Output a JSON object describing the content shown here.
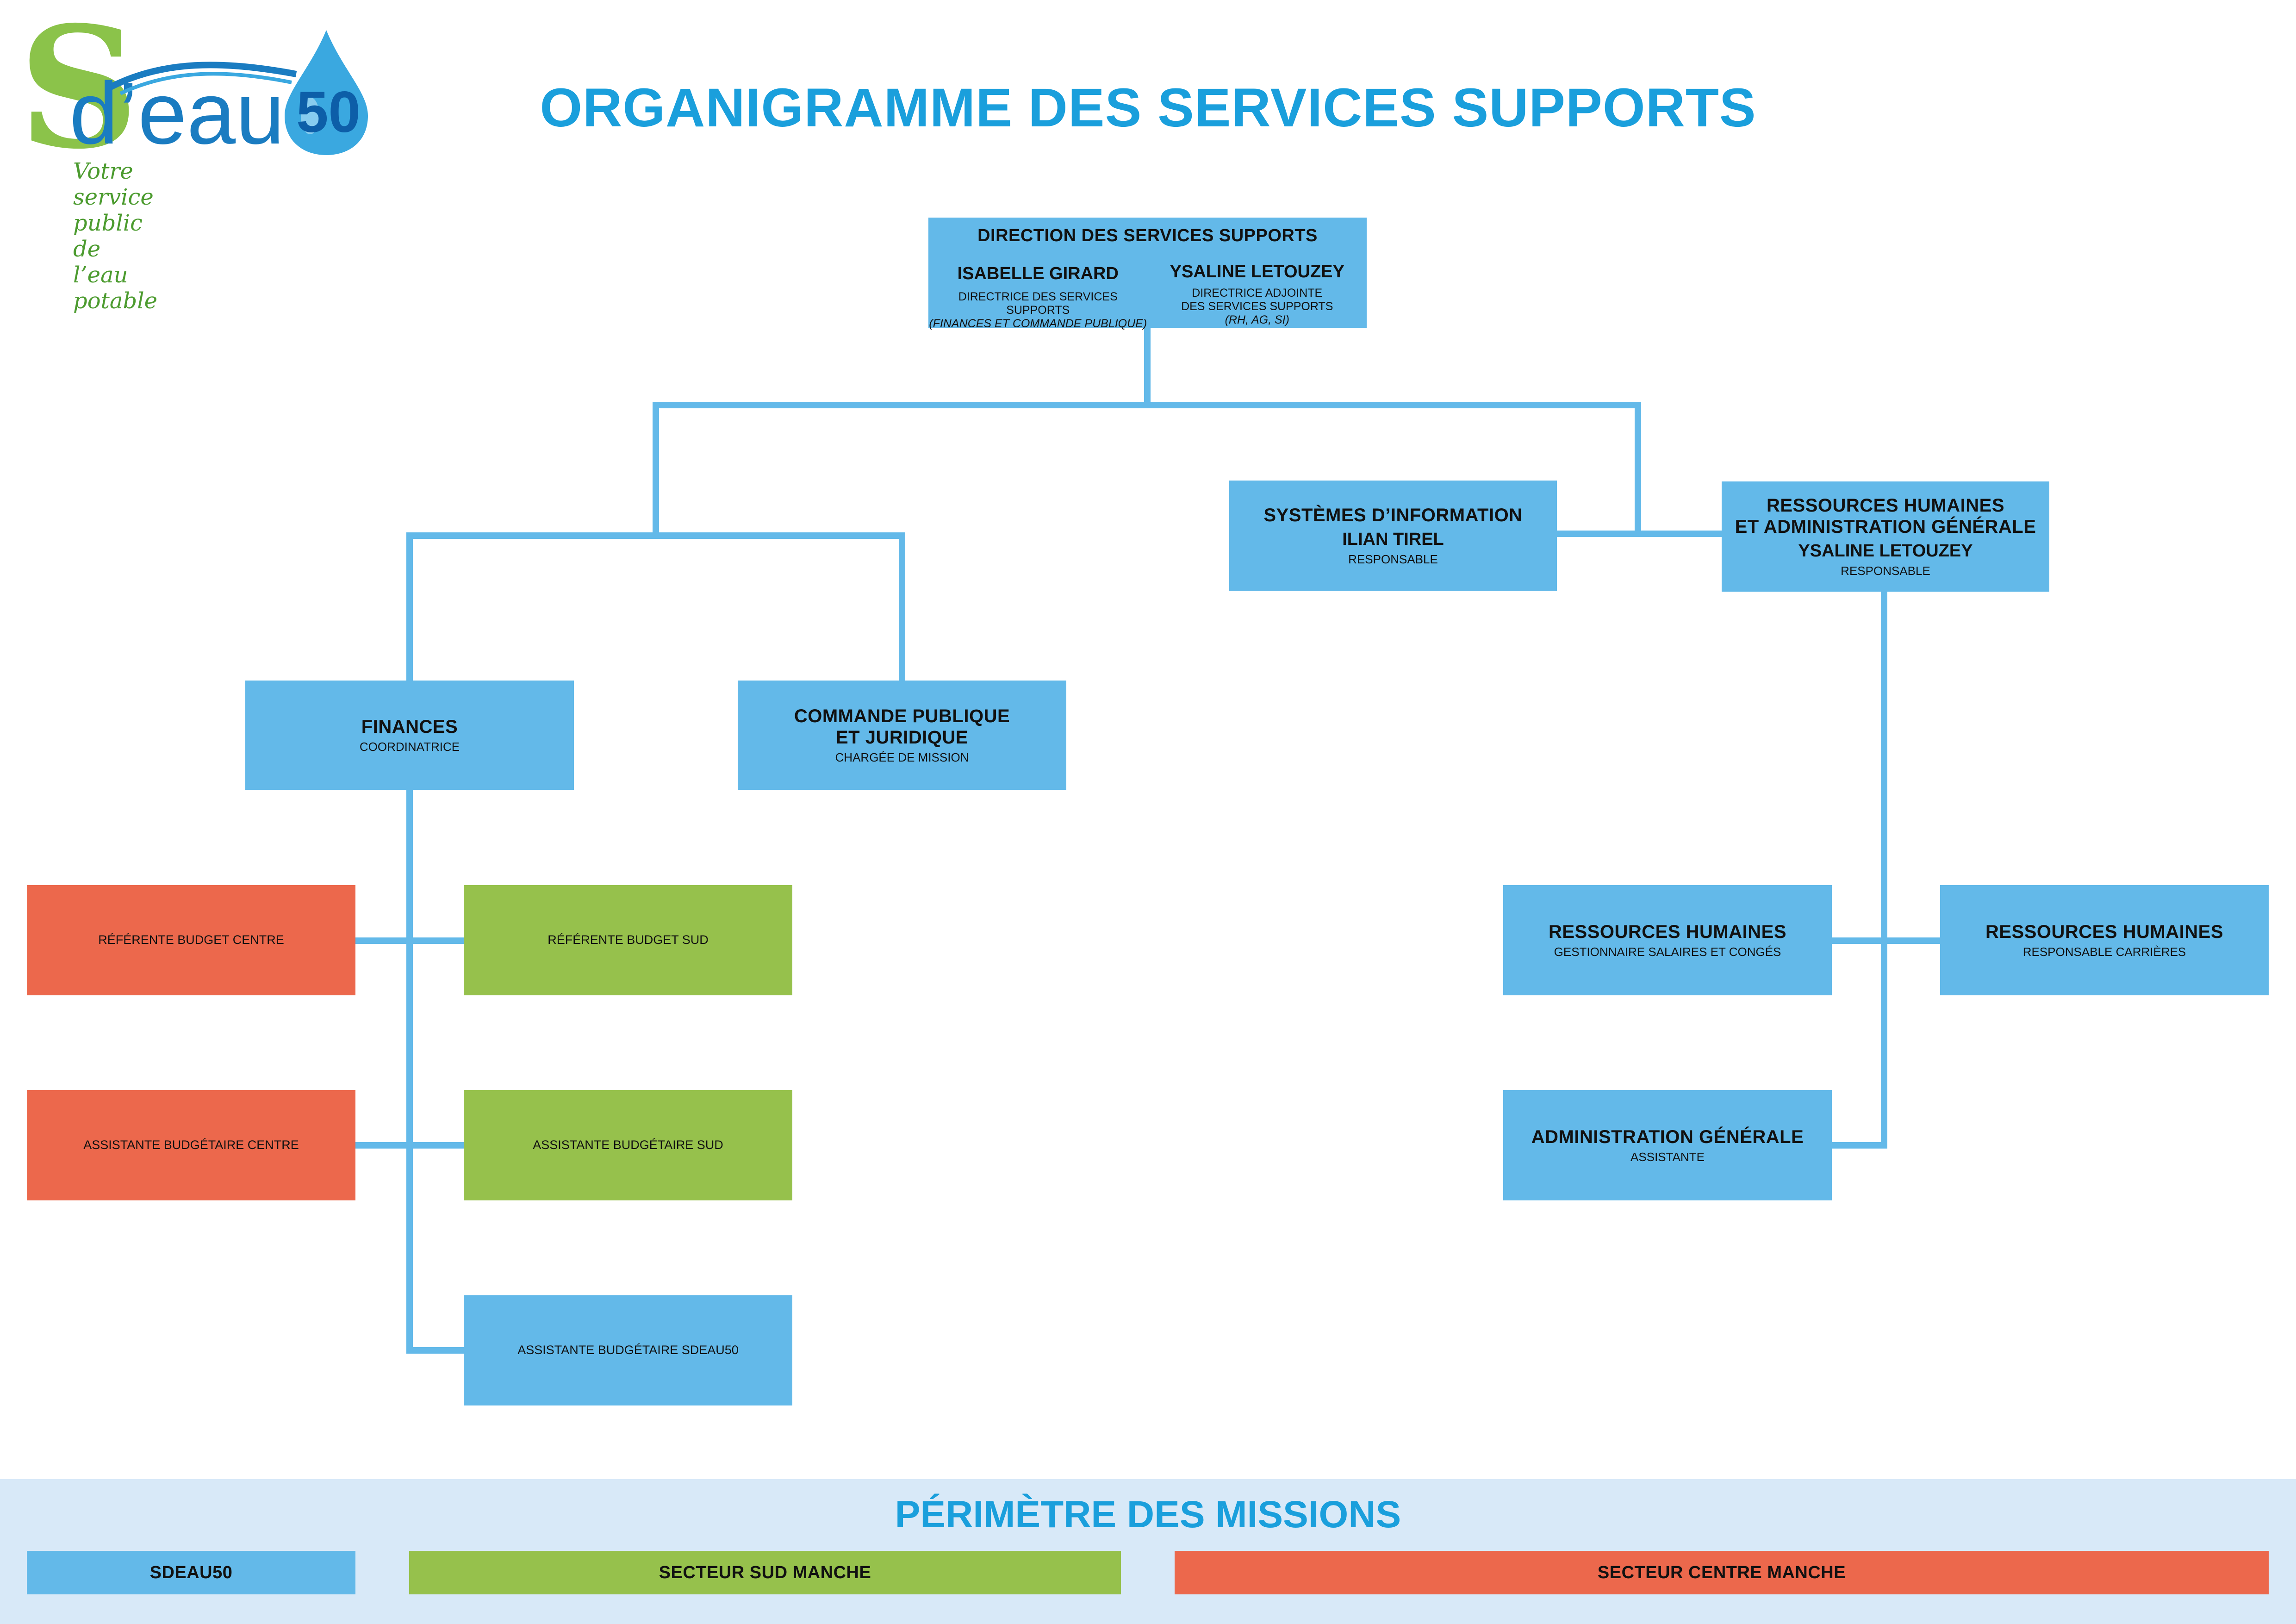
{
  "logo": {
    "brand_s": "S",
    "brand_eau": "d’eau",
    "brand_number": "50",
    "tagline": "Votre service public de l’eau potable",
    "colors": {
      "green": "#8bc34a",
      "blue": "#1a7cc1",
      "drop": "#3aa8e0"
    }
  },
  "title": "ORGANIGRAMME DES SERVICES SUPPORTS",
  "colors": {
    "blue": "#63b9e9",
    "green": "#96c14c",
    "orange": "#ec684c",
    "title": "#1a9fdc"
  },
  "direction": {
    "heading": "DIRECTION DES SERVICES SUPPORTS",
    "person1": {
      "name": "ISABELLE GIRARD",
      "role": "DIRECTRICE DES SERVICES SUPPORTS",
      "detail": "(FINANCES ET COMMANDE PUBLIQUE)"
    },
    "person2": {
      "name": "YSALINE LETOUZEY",
      "role_line1": "DIRECTRICE ADJOINTE",
      "role_line2": "DES SERVICES SUPPORTS",
      "detail": "(RH, AG, SI)"
    }
  },
  "si": {
    "heading": "SYSTÈMES D’INFORMATION",
    "name": "ILIAN TIREL",
    "role": "RESPONSABLE"
  },
  "rhag": {
    "heading_line1": "RESSOURCES HUMAINES",
    "heading_line2": "ET ADMINISTRATION GÉNÉRALE",
    "name": "YSALINE LETOUZEY",
    "role": "RESPONSABLE"
  },
  "finances": {
    "heading": "FINANCES",
    "role": "COORDINATRICE"
  },
  "commande": {
    "heading_line1": "COMMANDE PUBLIQUE",
    "heading_line2": "ET JURIDIQUE",
    "role": "CHARGÉE DE MISSION"
  },
  "finance_team": {
    "ref_centre": "RÉFÉRENTE BUDGET CENTRE",
    "ref_sud": "RÉFÉRENTE BUDGET SUD",
    "assist_centre": "ASSISTANTE BUDGÉTAIRE CENTRE",
    "assist_sud": "ASSISTANTE BUDGÉTAIRE SUD",
    "assist_sdeau": "ASSISTANTE BUDGÉTAIRE SDEAU50"
  },
  "rh_team": {
    "rh1": {
      "heading": "RESSOURCES HUMAINES",
      "role": "GESTIONNAIRE SALAIRES ET CONGÉS"
    },
    "rh2": {
      "heading": "RESSOURCES HUMAINES",
      "role": "RESPONSABLE CARRIÈRES"
    },
    "ag": {
      "heading": "ADMINISTRATION GÉNÉRALE",
      "role": "ASSISTANTE"
    }
  },
  "perimeter": {
    "title": "PÉRIMÈTRE DES MISSIONS",
    "items": [
      "SDEAU50",
      "SECTEUR SUD MANCHE",
      "SECTEUR CENTRE MANCHE"
    ]
  }
}
